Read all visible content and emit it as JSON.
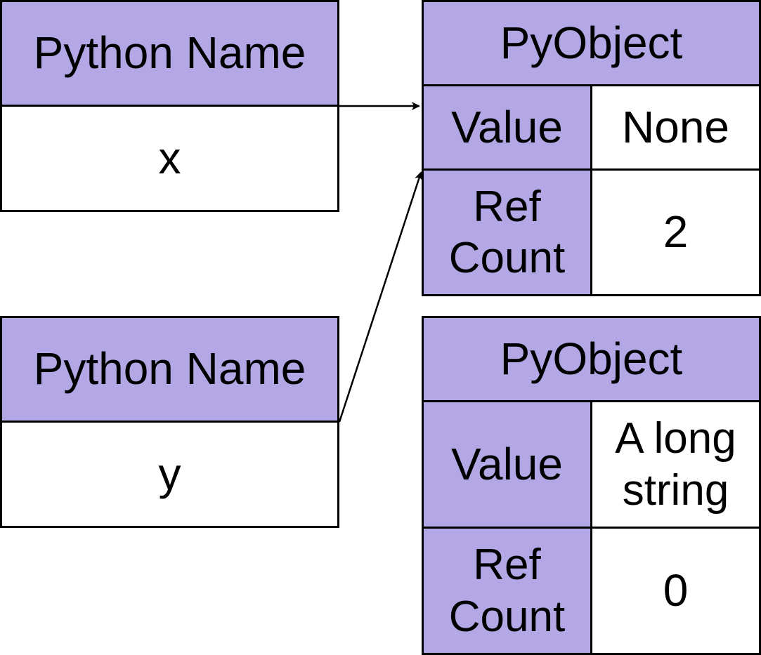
{
  "names": [
    {
      "header": "Python Name",
      "value": "x"
    },
    {
      "header": "Python Name",
      "value": "y"
    }
  ],
  "objects": [
    {
      "header": "PyObject",
      "value_label": "Value",
      "value": "None",
      "ref_label": "Ref\nCount",
      "ref_count": "2"
    },
    {
      "header": "PyObject",
      "value_label": "Value",
      "value": "A long\nstring",
      "ref_label": "Ref\nCount",
      "ref_count": "0"
    }
  ],
  "colors": {
    "header_fill": "#b4a7e5",
    "cell_fill": "#ffffff",
    "stroke": "#000000"
  }
}
